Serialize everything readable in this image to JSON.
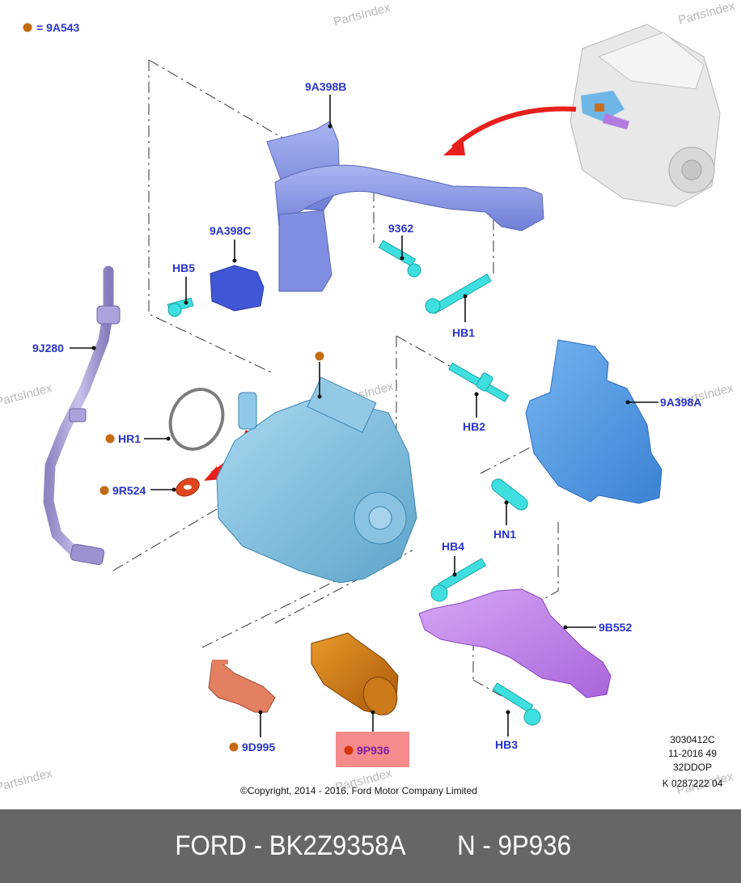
{
  "legend": {
    "symbol": "orange-dot",
    "text": "= 9A543",
    "dot_color": "#c46a12"
  },
  "watermark": "PartsIndex",
  "labels": {
    "l9A398B": "9A398B",
    "l9A398C": "9A398C",
    "lHB5": "HB5",
    "l9362": "9362",
    "lHB1": "HB1",
    "l9J280": "9J280",
    "lHR1": "HR1",
    "l9R524": "9R524",
    "lHB2": "HB2",
    "l9A398A": "9A398A",
    "lHN1": "HN1",
    "lHB4": "HB4",
    "l9B552": "9B552",
    "l9D995": "9D995",
    "l9P936": "9P936",
    "lHB3": "HB3"
  },
  "highlight": {
    "part": "9P936",
    "background": "#f78b8b"
  },
  "colors": {
    "label": "#2a35c9",
    "dot": "#c46a12",
    "arrow": "#e8201c"
  },
  "copyright": "©Copyright, 2014 - 2016, Ford Motor Company Limited",
  "reference": [
    "3030412C",
    "11-2016 49",
    "32DDOP",
    "K 0287222 04"
  ],
  "footer": {
    "part_number": "FORD - BK2Z9358A",
    "diagram_ref": "N - 9P936"
  }
}
